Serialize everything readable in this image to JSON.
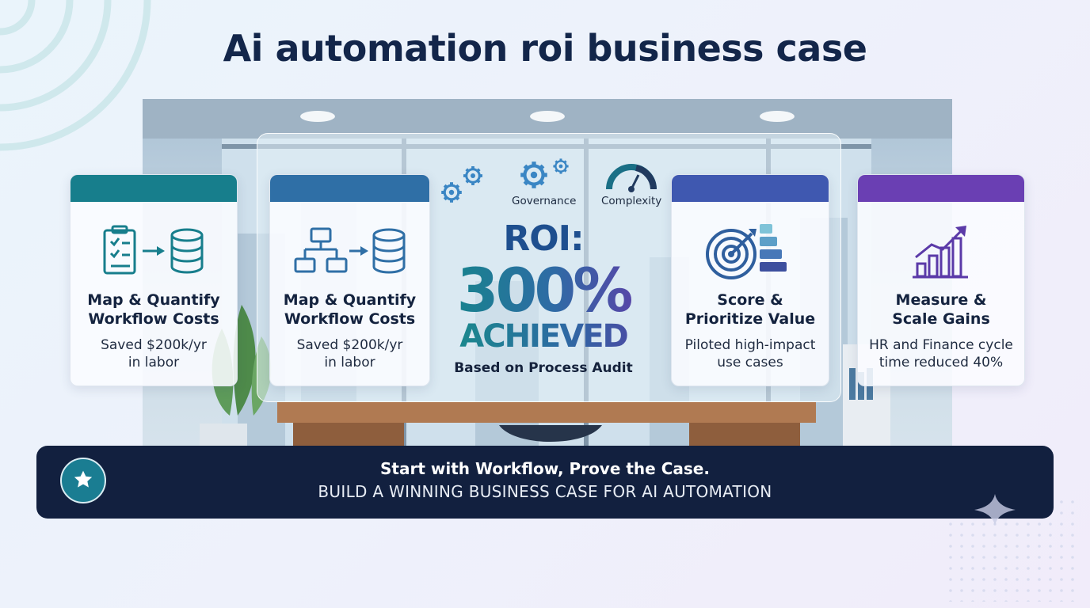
{
  "title": "Ai automation roi business case",
  "colors": {
    "navy": "#13264a",
    "teal": "#177e8c",
    "blue": "#2f6fa6",
    "indigo": "#3f58b0",
    "purple": "#6a3fb3"
  },
  "cards": [
    {
      "title": "Map & Quantify\nWorkflow Costs",
      "subtitle": "Saved $200k/yr\nin labor",
      "bar_color": "#177e8c",
      "icon": "checklist-to-database-icon"
    },
    {
      "title": "Map & Quantify\nWorkflow Costs",
      "subtitle": "Saved $200k/yr\nin labor",
      "bar_color": "#2f6fa6",
      "icon": "flowchart-to-database-icon"
    },
    {
      "title": "Score &\nPrioritize Value",
      "subtitle": "Piloted high-impact\nuse cases",
      "bar_color": "#3f58b0",
      "icon": "target-bars-icon"
    },
    {
      "title": "Measure &\nScale Gains",
      "subtitle": "HR and Finance cycle\ntime reduced 40%",
      "bar_color": "#6a3fb3",
      "icon": "growth-chart-icon"
    }
  ],
  "center": {
    "governance_label": "Governance",
    "complexity_label": "Complexity",
    "roi_label": "ROI:",
    "roi_value": "300%",
    "achieved": "ACHIEVED",
    "subtitle": "Based on Process Audit"
  },
  "banner": {
    "line1": "Start with Workflow, Prove the Case.",
    "line2": "BUILD A WINNING BUSINESS CASE FOR AI AUTOMATION",
    "icon": "star-icon"
  }
}
